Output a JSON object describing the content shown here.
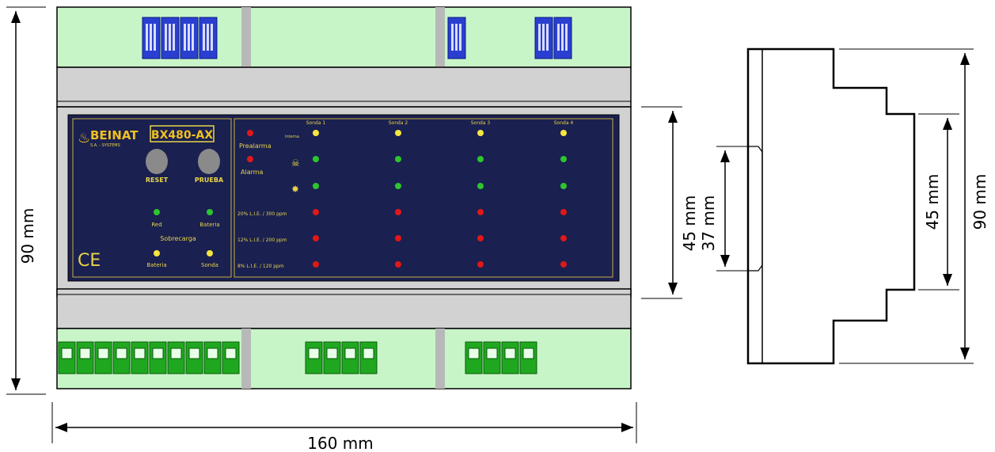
{
  "dimensions": {
    "height_total": "90 mm",
    "width_total": "160 mm",
    "panel_height": "45 mm",
    "rail_height": "37 mm",
    "side_step_height": "45 mm",
    "side_total_height": "90 mm"
  },
  "device": {
    "brand": "BEINAT",
    "brand_sub": "S.A. - SYSTEMS",
    "model": "BX480-AX",
    "reset_label": "RESET",
    "prueba_label": "PRUEBA",
    "red_label": "Red",
    "bateria_label": "Bateria",
    "sobrecarga_label": "Sobrecarga",
    "sobrecarga_bateria_label": "Bateria",
    "sobrecarga_sonda_label": "Sonda",
    "prealarma_label": "Prealarma",
    "alarma_label": "Alarma",
    "interna_label": "Interna",
    "ce_mark": "CE",
    "sondas": [
      "Sonda 1",
      "Sonda 2",
      "Sonda 3",
      "Sonda 4"
    ],
    "levels": [
      "20% L.I.E. / 300 ppm",
      "12% L.I.E. / 200 ppm",
      "8% L.I.E. / 120 ppm"
    ]
  },
  "colors": {
    "terminal_block_bg": "#c8f5c8",
    "rail_gray": "#d2d2d2",
    "panel_navy": "#1a2050",
    "panel_border": "#c8b040",
    "led_yellow": "#f5e640",
    "led_green": "#2ec52e",
    "led_red": "#e01818",
    "dip_blue": "#2a3fd0",
    "terminal_green": "#1fa81f"
  }
}
